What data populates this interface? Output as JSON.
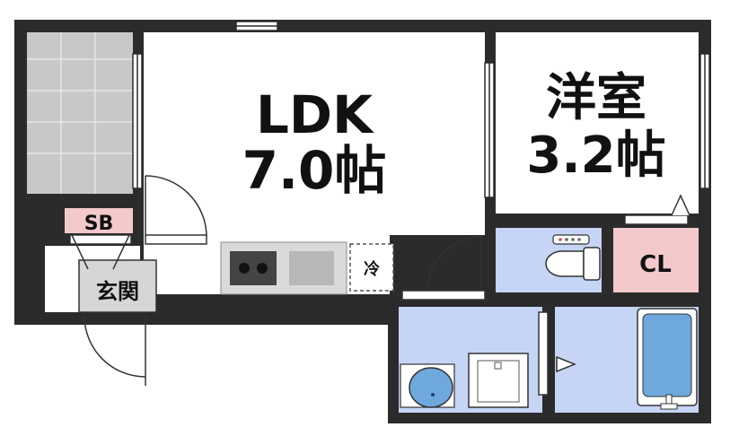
{
  "floorplan": {
    "rooms": {
      "ldk": {
        "name": "LDK",
        "size": "7.0帖"
      },
      "western": {
        "name": "洋室",
        "size": "3.2帖"
      },
      "closet": {
        "label": "CL"
      },
      "shoe_box": {
        "label": "SB"
      },
      "entrance": {
        "label": "玄関"
      },
      "fridge": {
        "label": "冷"
      }
    },
    "colors": {
      "wall": "#2b2b2b",
      "water_area": "#c6d4f5",
      "storage": "#f4c9cc",
      "balcony": "#c8c8c8",
      "entrance": "#d6d6d6",
      "bath_water": "#6fa8dc"
    }
  }
}
